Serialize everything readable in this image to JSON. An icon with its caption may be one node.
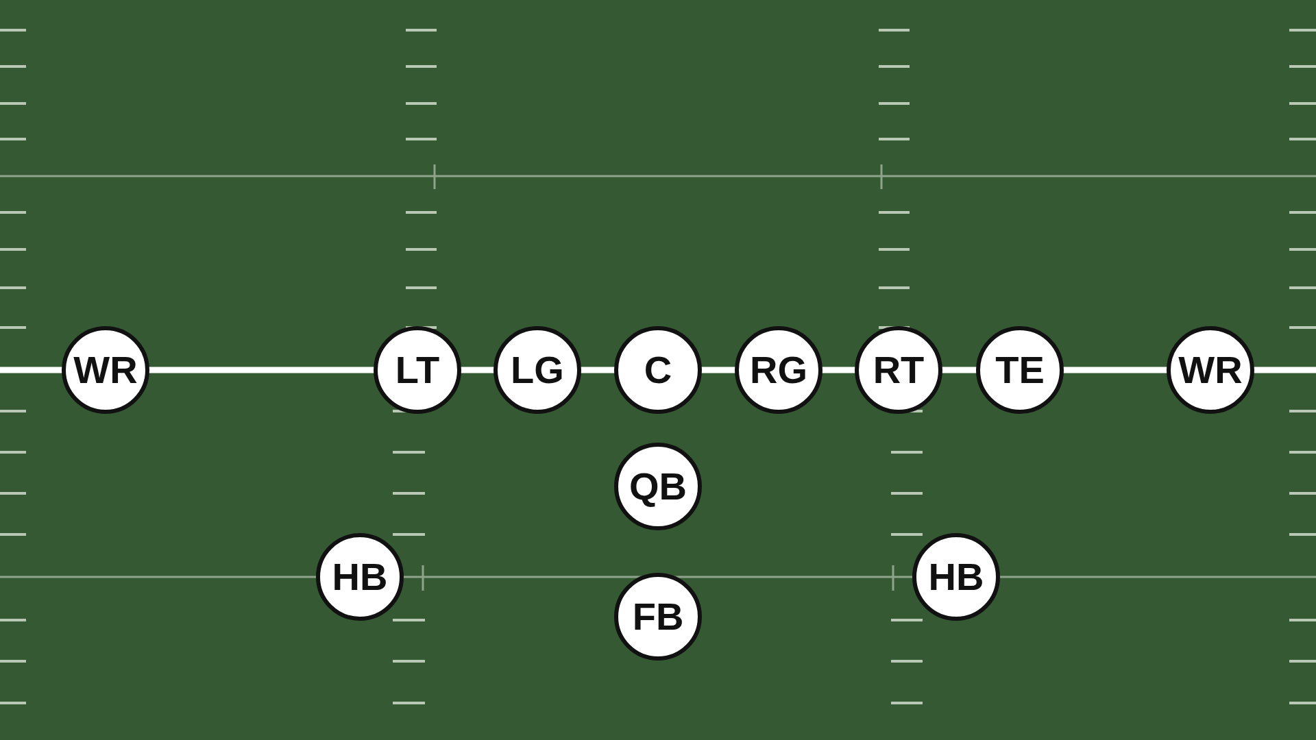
{
  "diagram": {
    "nodes": [
      {
        "text": [
          "WR"
        ]
      },
      {
        "text": [
          "LT"
        ]
      },
      {
        "text": [
          "LG"
        ]
      },
      {
        "text": [
          "C"
        ]
      },
      {
        "text": [
          "RG"
        ]
      },
      {
        "text": [
          "RT"
        ]
      },
      {
        "text": [
          "TE"
        ]
      },
      {
        "text": [
          "WR"
        ]
      },
      {
        "text": [
          "QB"
        ]
      },
      {
        "text": [
          "HB"
        ]
      },
      {
        "text": [
          "FB"
        ]
      },
      {
        "text": [
          "HB"
        ]
      }
    ]
  }
}
